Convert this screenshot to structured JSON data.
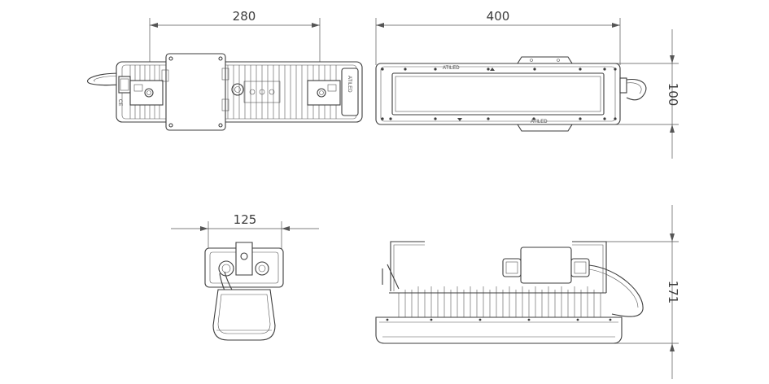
{
  "dimensions": {
    "top_view_width": "280",
    "front_view_width": "400",
    "front_view_height": "100",
    "end_view_width": "125",
    "side_view_height": "171"
  },
  "markings": {
    "brand_top": "ATILED",
    "brand_bottom": "ATILED",
    "brand_plate": "ATILED",
    "label_left": "CE"
  }
}
